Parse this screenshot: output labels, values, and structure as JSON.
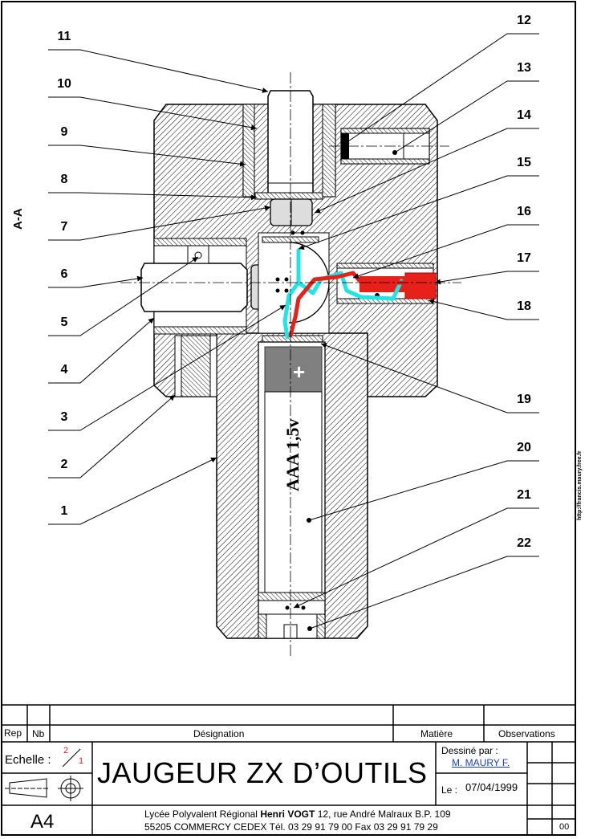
{
  "drawing": {
    "section_label": "A-A",
    "part_numbers": [
      "11",
      "10",
      "9",
      "8",
      "7",
      "6",
      "5",
      "4",
      "3",
      "2",
      "1",
      "12",
      "13",
      "14",
      "15",
      "16",
      "17",
      "18",
      "19",
      "20",
      "21",
      "22"
    ],
    "battery_label": "AAA 1,5v",
    "battery_plus": "+",
    "side_url": "http://francis.maury.free.fr"
  },
  "title_block": {
    "headers": {
      "rep": "Rep",
      "nb": "Nb",
      "designation": "Désignation",
      "matiere": "Matière",
      "observations": "Observations"
    },
    "echelle_label": "Echelle :",
    "scale_num": "2",
    "scale_den": "1",
    "title": "JAUGEUR ZX D’OUTILS",
    "dessine_par_label": "Dessiné par :",
    "author": "M. MAURY F.",
    "date_label": "Le :",
    "date": "07/04/1999",
    "format": "A4",
    "school_line1_pre": "Lycée Polyvalent Régional",
    "school_name_bold": "Henri VOGT",
    "school_line1_post": "12, rue André Malraux B.P. 109",
    "school_line2": "55205 COMMERCY CEDEX Tél. 03 29 91 79 00 Fax 03 29 91 79 29",
    "revision": "00"
  },
  "colors": {
    "wire_red": "#e8201a",
    "wire_cyan": "#1ee6e6",
    "battery_grey": "#808080",
    "link_blue": "#1a3ec8"
  }
}
